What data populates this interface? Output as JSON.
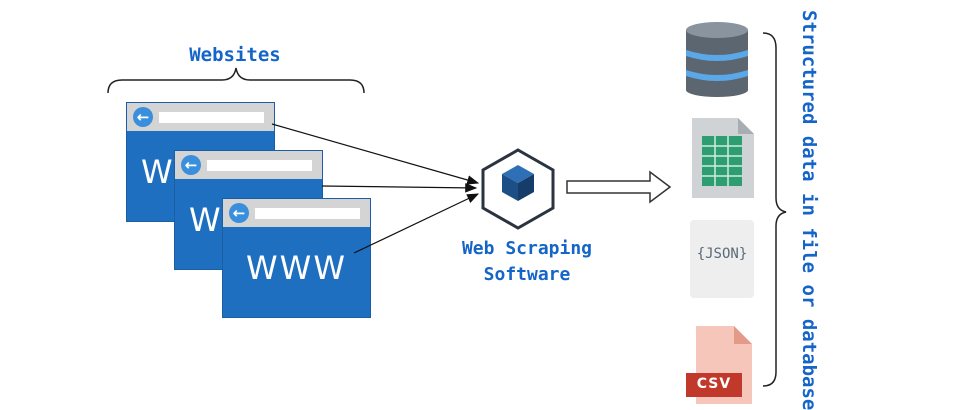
{
  "labels": {
    "websites": "Websites",
    "software_line1": "Web Scraping",
    "software_line2": "Software",
    "structured": "Structured data in file or database"
  },
  "browsers": [
    {
      "text": "W"
    },
    {
      "text": "W"
    },
    {
      "text": "WWW"
    }
  ],
  "icons": {
    "json_text": "{JSON}",
    "csv_text": "CSV"
  },
  "colors": {
    "accent_blue": "#1565c8",
    "browser_blue": "#1f6fc1",
    "sheet_green": "#2e9d6f",
    "csv_red": "#c0392b"
  }
}
